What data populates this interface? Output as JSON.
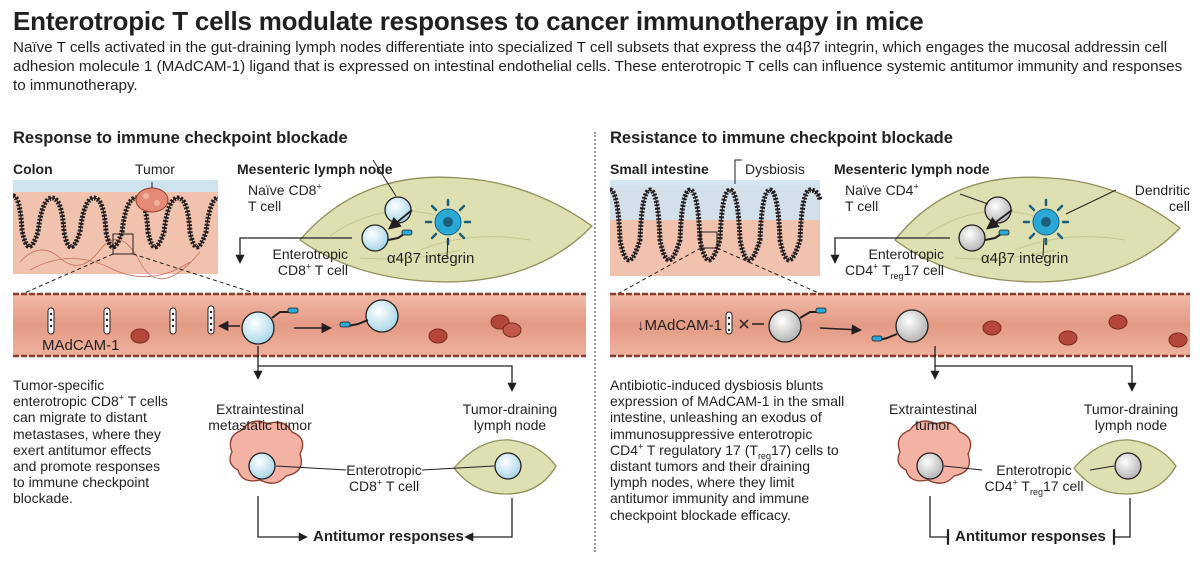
{
  "title": "Enterotropic T cells modulate responses to cancer immunotherapy in mice",
  "intro": "Naïve T cells activated in the gut-draining lymph nodes differentiate into specialized T cell subsets that express the α4β7 integrin, which engages the mucosal addressin cell adhesion molecule 1 (MAdCAM-1) ligand that is expressed on intestinal endothelial cells. These enterotropic T cells can influence systemic antitumor immunity and responses to immunotherapy.",
  "left": {
    "heading": "Response to immune checkpoint blockade",
    "colon": "Colon",
    "tumor": "Tumor",
    "mln": "Mesenteric lymph node",
    "naive_1": "Naïve CD8",
    "naive_sup": "+",
    "naive_2": "T cell",
    "entero_1": "Enterotropic",
    "entero_2a": "CD8",
    "entero_sup": "+",
    "entero_2b": " T cell",
    "integrin": "α4β7 integrin",
    "madcam": "MAdCAM-1",
    "para_1": "Tumor-specific",
    "para_2a": "enterotropic CD8",
    "para_sup": "+",
    "para_2b": " T cells",
    "para_3": "can migrate to distant",
    "para_4": "metastases, where they",
    "para_5": "exert antitumor effects",
    "para_6": "and promote responses",
    "para_7": "to immune checkpoint",
    "para_8": "blockade.",
    "extra_1": "Extraintestinal",
    "extra_2": "metastatic tumor",
    "draining_1": "Tumor-draining",
    "draining_2": "lymph node",
    "cell_1": "Enterotropic",
    "cell_2a": "CD8",
    "cell_sup": "+",
    "cell_2b": " T cell",
    "responses": "Antitumor responses"
  },
  "right": {
    "heading": "Resistance to immune checkpoint blockade",
    "small_int": "Small intestine",
    "dysbiosis": "Dysbiosis",
    "mln": "Mesenteric lymph node",
    "naive_1": "Naïve CD4",
    "naive_sup": "+",
    "naive_2": "T cell",
    "dendritic_1": "Dendritic",
    "dendritic_2": "cell",
    "entero_1": "Enterotropic",
    "entero_2a": "CD4",
    "entero_sup": "+",
    "entero_2b": " T",
    "entero_sub": "reg",
    "entero_2c": "17 cell",
    "integrin": "α4β7 integrin",
    "madcam": "↓MAdCAM-1",
    "para_1": "Antibiotic-induced dysbiosis blunts",
    "para_2": "expression of MAdCAM-1 in the small",
    "para_3": "intestine, unleashing an exodus of",
    "para_4": "immunosuppressive enterotropic",
    "para_5a": "CD4",
    "para_5sup": "+",
    "para_5b": " T regulatory 17 (T",
    "para_5sub": "reg",
    "para_5c": "17) cells to",
    "para_6": "distant tumors and their draining",
    "para_7": "lymph nodes, where they limit",
    "para_8": "antitumor immunity and immune",
    "para_9": "checkpoint blockade efficacy.",
    "extra_1": "Extraintestinal",
    "extra_2": "tumor",
    "draining_1": "Tumor-draining",
    "draining_2": "lymph node",
    "cell_1": "Enterotropic",
    "cell_2a": "CD4",
    "cell_sup": "+",
    "cell_2b": " T",
    "cell_sub": "reg",
    "cell_2c": "17 cell",
    "responses": "Antitumor responses"
  },
  "colors": {
    "vessel": "#e9a58f",
    "vessel_edge": "#8c3b2c",
    "tissue": "#f1c2ad",
    "lymph_node": "#dfe0b2",
    "tcell": "#cfe9f4",
    "treg": "#d6d6d6",
    "dendritic": "#2aa9d6",
    "rbc": "#b5473a",
    "mucus": "#cfe3ef"
  }
}
